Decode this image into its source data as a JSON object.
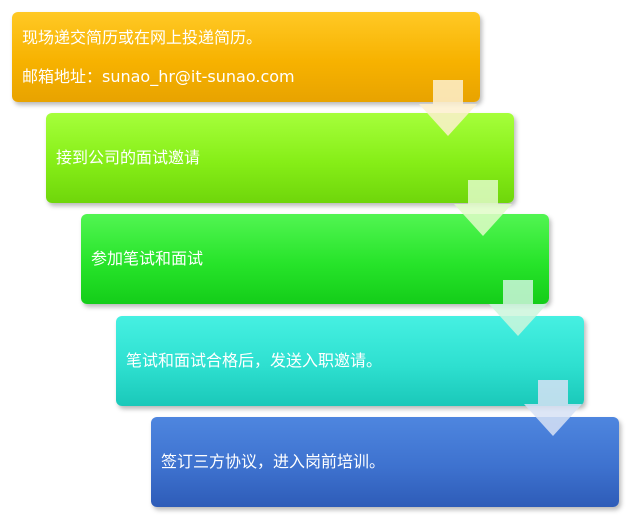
{
  "steps": [
    {
      "lines": [
        "现场递交简历或在网上投递简历。",
        "邮箱地址：sunao_hr@it-sunao.com"
      ],
      "color": "#f7b200"
    },
    {
      "lines": [
        "接到公司的面试邀请"
      ],
      "color": "#86ee17"
    },
    {
      "lines": [
        "参加笔试和面试"
      ],
      "color": "#27e42a"
    },
    {
      "lines": [
        "笔试和面试合格后，发送入职邀请。"
      ],
      "color": "#2ee0d0"
    },
    {
      "lines": [
        "签订三方协议，进入岗前培训。"
      ],
      "color": "#3e72cf"
    }
  ],
  "arrow_icon": "down-arrow-icon"
}
